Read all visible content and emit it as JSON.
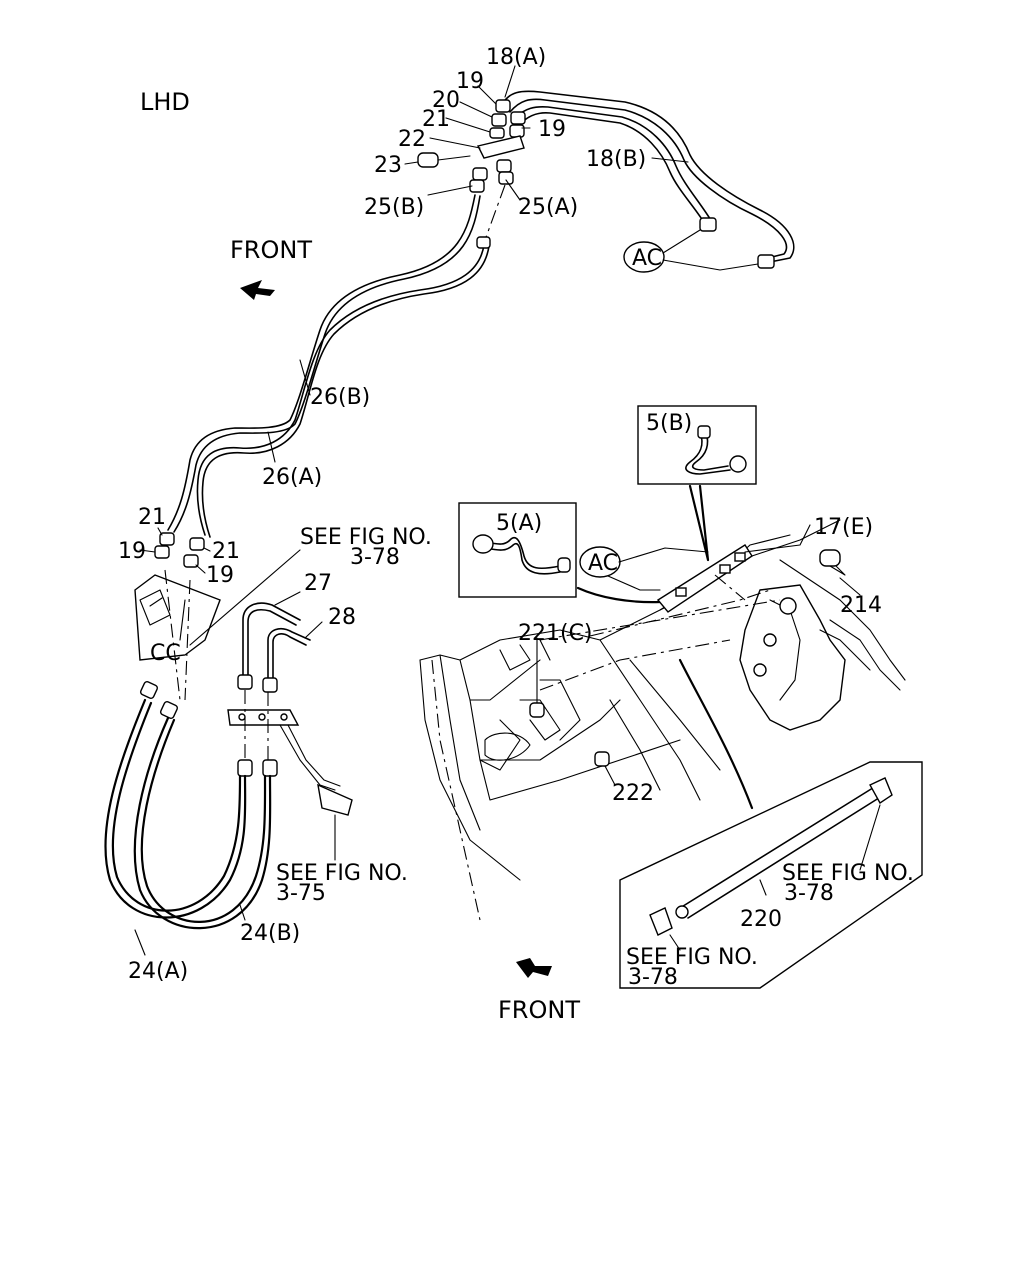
{
  "labels": {
    "lhd": "LHD",
    "front_top": "FRONT",
    "front_bottom": "FRONT",
    "p18a": "18(A)",
    "p18b": "18(B)",
    "p19_top_left": "19",
    "p19_top_right": "19",
    "p20": "20",
    "p21_top": "21",
    "p22": "22",
    "p23": "23",
    "p25a": "25(A)",
    "p25b": "25(B)",
    "ac_top": "AC",
    "p26a": "26(A)",
    "p26b": "26(B)",
    "p21_left": "21",
    "p19_left": "19",
    "p21_right": "21",
    "p19_right": "19",
    "see_fig_378_a_1": "SEE FIG NO.",
    "see_fig_378_a_2": "3-78",
    "p27": "27",
    "p28": "28",
    "cc": "CC",
    "see_fig_375_1": "SEE  FIG NO.",
    "see_fig_375_2": "3-75",
    "p24a": "24(A)",
    "p24b": "24(B)",
    "p5b": "5(B)",
    "p5a": "5(A)",
    "ac_mid": "AC",
    "p17e": "17(E)",
    "p214": "214",
    "p221c": "221(C)",
    "p222": "222",
    "p220": "220",
    "see_fig_378_b_1": "SEE  FIG  NO.",
    "see_fig_378_b_2": "3-78",
    "see_fig_378_c_1": "SEE  FIG  NO.",
    "see_fig_378_c_2": "3-78"
  }
}
